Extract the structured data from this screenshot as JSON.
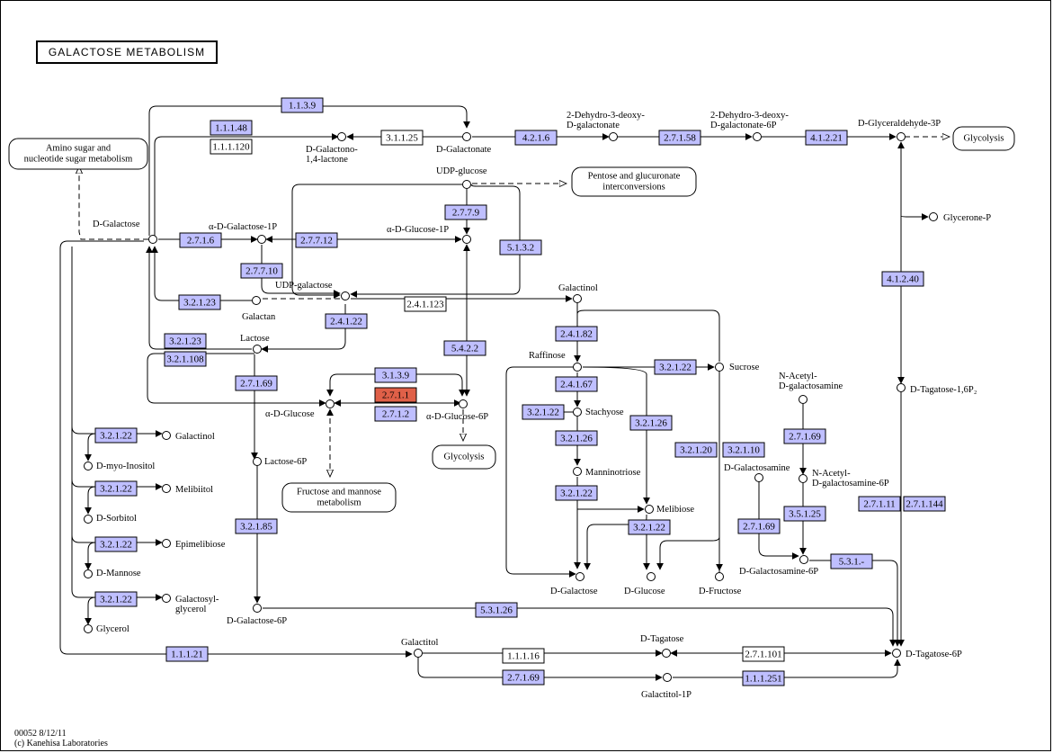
{
  "title": "GALACTOSE METABOLISM",
  "footer": {
    "line1": "00052 8/12/11",
    "line2": "(c) Kanehisa Laboratories"
  },
  "colors": {
    "enzyme_fill": "#bfbfff",
    "highlight_fill": "#e06048",
    "plain_fill": "#ffffff",
    "line": "#000000"
  },
  "pathways": {
    "amino_sugar": [
      "Amino sugar and",
      "nucleotide sugar metabolism"
    ],
    "pentose": [
      "Pentose and glucuronate",
      "interconversions"
    ],
    "fructose": [
      "Fructose and mannose",
      "metabolism"
    ],
    "glycolysis_top": [
      "Glycolysis"
    ],
    "glycolysis_mid": [
      "Glycolysis"
    ]
  },
  "enzymes": {
    "e1": "1.1.3.9",
    "e2": "1.1.1.48",
    "e3": "1.1.1.120",
    "e4": "3.1.1.25",
    "e5": "4.2.1.6",
    "e6": "2.7.1.58",
    "e7": "4.1.2.21",
    "e8": "2.7.7.9",
    "e9": "2.7.1.6",
    "e10": "2.7.7.12",
    "e11": "5.1.3.2",
    "e12": "2.7.7.10",
    "e13": "3.2.1.23",
    "e14": "2.4.1.123",
    "e15": "2.4.1.22",
    "e16": "3.2.1.23",
    "e17": "3.2.1.108",
    "e18": "5.4.2.2",
    "e19": "2.4.1.82",
    "e20": "3.1.3.9",
    "e21": "2.7.1.1",
    "e22": "2.7.1.2",
    "e23": "2.7.1.69",
    "e24": "3.2.1.22",
    "e25": "2.4.1.67",
    "e26": "3.2.1.22",
    "e27": "3.2.1.26",
    "e28": "3.2.1.26",
    "e29": "3.2.1.20",
    "e30": "3.2.1.10",
    "e31": "2.7.1.69",
    "e32": "3.2.1.22",
    "e33": "3.2.1.22",
    "e34": "3.2.1.22",
    "e35": "3.2.1.85",
    "e36": "3.2.1.22",
    "e37": "2.7.1.69",
    "e38": "3.5.1.25",
    "e39": "2.7.1.11",
    "e40": "2.7.1.144",
    "e41": "3.2.1.22",
    "e42": "3.2.1.22",
    "e43": "5.3.1.-",
    "e44": "5.3.1.26",
    "e45": "1.1.1.21",
    "e46": "1.1.1.16",
    "e47": "2.7.1.101",
    "e48": "2.7.1.69",
    "e49": "1.1.1.251",
    "e50": "4.1.2.40"
  },
  "compounds": {
    "c1": [
      "D-Galactono-",
      "1,4-lactone"
    ],
    "c2": [
      "D-Galactonate"
    ],
    "c3": [
      "2-Dehydro-3-deoxy-",
      "D-galactonate"
    ],
    "c4": [
      "2-Dehydro-3-deoxy-",
      "D-galactonate-6P"
    ],
    "c5": [
      "D-Glyceraldehyde-3P"
    ],
    "c6": [
      "UDP-glucose"
    ],
    "c7": [
      "D-Galactose"
    ],
    "c8": [
      "α-D-Galactose-1P"
    ],
    "c9": [
      "α-D-Glucose-1P"
    ],
    "c10": [
      "Glycerone-P"
    ],
    "c11": [
      "UDP-galactose"
    ],
    "c12": [
      "Galactan"
    ],
    "c13": [
      "Galactinol"
    ],
    "c14": [
      "Lactose"
    ],
    "c15": [
      "Raffinose"
    ],
    "c16": [
      "Sucrose"
    ],
    "c17": [
      "N-Acetyl-",
      "D-galactosamine"
    ],
    "c18": [
      "α-D-Glucose"
    ],
    "c19": [
      "α-D-Glucose-6P"
    ],
    "c20": [
      "D-Tagatose-1,6P₂"
    ],
    "c21": [
      "Stachyose"
    ],
    "c22": [
      "Galactinol"
    ],
    "c23": [
      "D-myo-Inositol"
    ],
    "c24": [
      "Lactose-6P"
    ],
    "c25": [
      "Manninotriose"
    ],
    "c26": [
      "D-Galactosamine"
    ],
    "c27": [
      "N-Acetyl-",
      "D-galactosamine-6P"
    ],
    "c28": [
      "Melibiitol"
    ],
    "c29": [
      "D-Sorbitol"
    ],
    "c30": [
      "Melibiose"
    ],
    "c31": [
      "Epimelibiose"
    ],
    "c32": [
      "D-Mannose"
    ],
    "c33": [
      "D-Galactosamine-6P"
    ],
    "c34": [
      "D-Galactose"
    ],
    "c35": [
      "D-Glucose"
    ],
    "c36": [
      "D-Fructose"
    ],
    "c37": [
      "Galactosyl-",
      "glycerol"
    ],
    "c38": [
      "Glycerol"
    ],
    "c39": [
      "D-Galactose-6P"
    ],
    "c40": [
      "Galactitol"
    ],
    "c41": [
      "D-Tagatose"
    ],
    "c42": [
      "D-Tagatose-6P"
    ],
    "c43": [
      "Galactitol-1P"
    ]
  }
}
